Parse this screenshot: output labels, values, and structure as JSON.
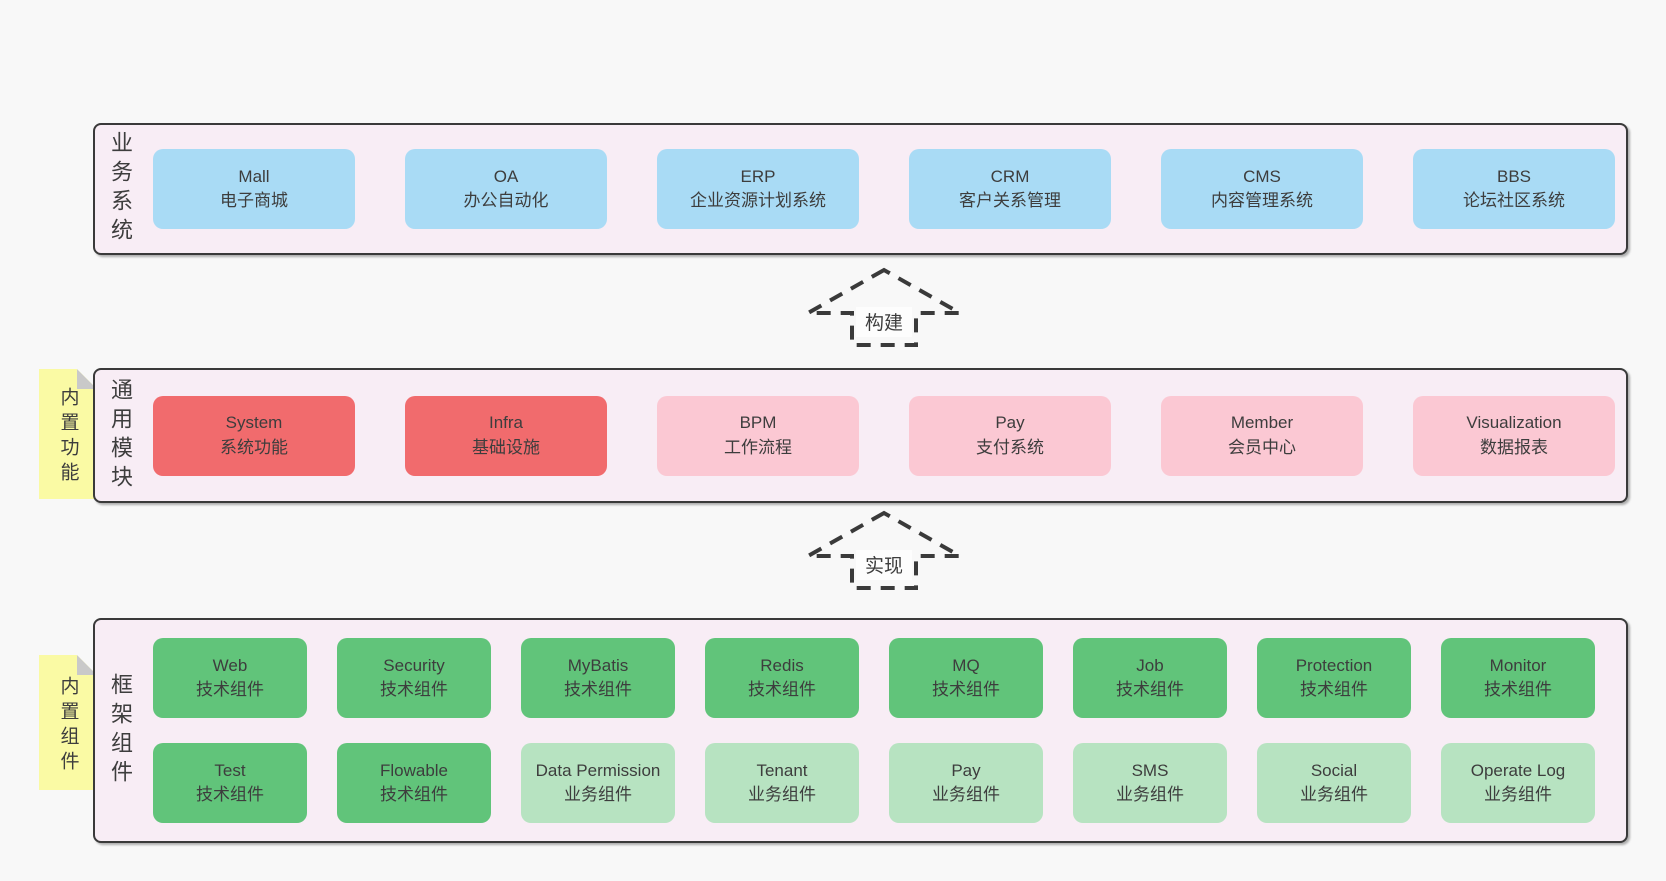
{
  "diagram": {
    "layers": [
      {
        "id": "business",
        "label": "业务系统",
        "note": "",
        "rows": [
          [
            {
              "title": "Mall",
              "subtitle": "电子商城",
              "variant": "blue"
            },
            {
              "title": "OA",
              "subtitle": "办公自动化",
              "variant": "blue"
            },
            {
              "title": "ERP",
              "subtitle": "企业资源计划系统",
              "variant": "blue"
            },
            {
              "title": "CRM",
              "subtitle": "客户关系管理",
              "variant": "blue"
            },
            {
              "title": "CMS",
              "subtitle": "内容管理系统",
              "variant": "blue"
            },
            {
              "title": "BBS",
              "subtitle": "论坛社区系统",
              "variant": "blue"
            }
          ]
        ]
      },
      {
        "id": "modules",
        "label": "通用模块",
        "note": "内置功能",
        "rows": [
          [
            {
              "title": "System",
              "subtitle": "系统功能",
              "variant": "red"
            },
            {
              "title": "Infra",
              "subtitle": "基础设施",
              "variant": "red"
            },
            {
              "title": "BPM",
              "subtitle": "工作流程",
              "variant": "pink"
            },
            {
              "title": "Pay",
              "subtitle": "支付系统",
              "variant": "pink"
            },
            {
              "title": "Member",
              "subtitle": "会员中心",
              "variant": "pink"
            },
            {
              "title": "Visualization",
              "subtitle": "数据报表",
              "variant": "pink"
            }
          ]
        ]
      },
      {
        "id": "framework",
        "label": "框架组件",
        "note": "内置组件",
        "rows": [
          [
            {
              "title": "Web",
              "subtitle": "技术组件",
              "variant": "green"
            },
            {
              "title": "Security",
              "subtitle": "技术组件",
              "variant": "green"
            },
            {
              "title": "MyBatis",
              "subtitle": "技术组件",
              "variant": "green"
            },
            {
              "title": "Redis",
              "subtitle": "技术组件",
              "variant": "green"
            },
            {
              "title": "MQ",
              "subtitle": "技术组件",
              "variant": "green"
            },
            {
              "title": "Job",
              "subtitle": "技术组件",
              "variant": "green"
            },
            {
              "title": "Protection",
              "subtitle": "技术组件",
              "variant": "green"
            },
            {
              "title": "Monitor",
              "subtitle": "技术组件",
              "variant": "green"
            }
          ],
          [
            {
              "title": "Test",
              "subtitle": "技术组件",
              "variant": "green"
            },
            {
              "title": "Flowable",
              "subtitle": "技术组件",
              "variant": "green"
            },
            {
              "title": "Data Permission",
              "subtitle": "业务组件",
              "variant": "green-light"
            },
            {
              "title": "Tenant",
              "subtitle": "业务组件",
              "variant": "green-light"
            },
            {
              "title": "Pay",
              "subtitle": "业务组件",
              "variant": "green-light"
            },
            {
              "title": "SMS",
              "subtitle": "业务组件",
              "variant": "green-light"
            },
            {
              "title": "Social",
              "subtitle": "业务组件",
              "variant": "green-light"
            },
            {
              "title": "Operate Log",
              "subtitle": "业务组件",
              "variant": "green-light"
            }
          ]
        ]
      }
    ],
    "arrows": [
      {
        "label": "构建"
      },
      {
        "label": "实现"
      }
    ]
  },
  "colors": {
    "page_bg": "#f8f8f8",
    "layer_bg": "#f8edf5",
    "layer_border": "#3a3a3a",
    "blue": "#a9dbf5",
    "red": "#f16b6d",
    "pink": "#fbc8d3",
    "green": "#61c47a",
    "green_light": "#b7e3c1",
    "note_bg": "#fafaa4",
    "note_fold": "#c9c9c9",
    "text": "#3d3d3d"
  }
}
